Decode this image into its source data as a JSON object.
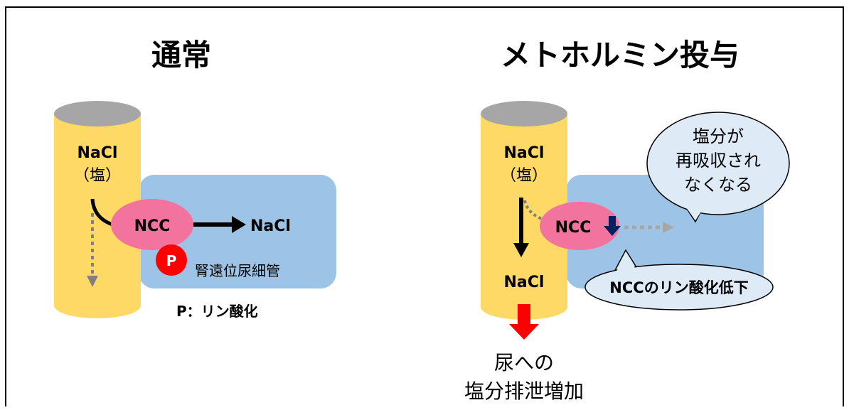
{
  "panels": {
    "normal": {
      "title": "通常",
      "tube_label_1": "NaCl",
      "tube_label_2": "（塩）",
      "transporter": "NCC",
      "out_label": "NaCl",
      "phospho_badge": "P",
      "cell_label": "腎遠位尿細管",
      "legend": "P：リン酸化"
    },
    "metformin": {
      "title": "メトホルミン投与",
      "tube_label_1": "NaCl",
      "tube_label_2": "（塩）",
      "transporter": "NCC",
      "lumen_label": "NaCl",
      "callout_lines": [
        "塩分が",
        "再吸収され",
        "なくなる"
      ],
      "phospho_callout": "NCCのリン酸化低下",
      "urine_lines": [
        "尿への",
        "塩分排泄増加"
      ]
    }
  },
  "colors": {
    "tube": "#ffd966",
    "tube_top": "#a6a6a6",
    "cell": "#9dc3e6",
    "ncc": "#f2739e",
    "phospho": "#ff0000",
    "callout": "#deebf7",
    "red_arrow": "#ff0000",
    "down_arrow": "#002060",
    "dotted": "#808080"
  }
}
